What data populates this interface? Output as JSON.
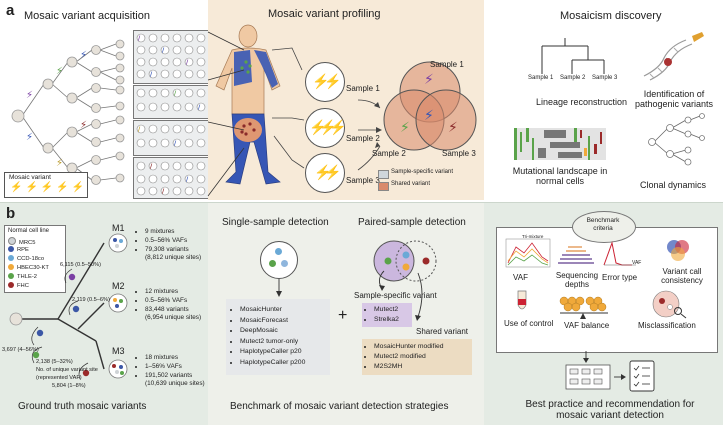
{
  "panel_a": {
    "letter": "a",
    "acquisition_title": "Mosaic variant acquisition",
    "profiling_title": "Mosaic variant profiling",
    "discovery_title": "Mosaicism discovery",
    "legend_title": "Mosaic variant",
    "samples": [
      "Sample 1",
      "Sample 2",
      "Sample 3"
    ],
    "venn_labels": [
      "Sample 1",
      "Sample 2",
      "Sample 3"
    ],
    "key": [
      "Sample-specific variant",
      "Shared variant"
    ],
    "lineage_title": "Lineage reconstruction",
    "lineage_leaves": [
      "Sample 1",
      "Sample 2",
      "Sample 3"
    ],
    "pathogenic_title": "Identification of pathogenic variants",
    "landscape_title": "Mutational landscape in normal cells",
    "clonal_title": "Clonal dynamics"
  },
  "panel_b": {
    "letter": "b",
    "legend_title": "Normal cell line",
    "cell_lines": [
      {
        "name": "MRC5",
        "color": "#cfd3d6"
      },
      {
        "name": "RPE",
        "color": "#3b57a6"
      },
      {
        "name": "CCD-18co",
        "color": "#6aa9d6"
      },
      {
        "name": "HBEC30-KT",
        "color": "#f0a93a"
      },
      {
        "name": "THLE-2",
        "color": "#5aa34a"
      },
      {
        "name": "FHC",
        "color": "#9b2a2a"
      }
    ],
    "tree_numbers": [
      "6,115 (0.5–50%)",
      "2,119 (0.5–6%)",
      "3,697 (4–56%)",
      "2,138 (5–32%)",
      "5,804 (1–8%)"
    ],
    "tree_note_1": "No. of unique variant site",
    "tree_note_2": "(represented VAF)",
    "mixtures": [
      {
        "label": "M1",
        "lines": [
          "9 mixtures",
          "0.5–56% VAFs",
          "79,308 variants",
          "(8,812 unique sites)"
        ]
      },
      {
        "label": "M2",
        "lines": [
          "12 mixtures",
          "0.5–56% VAFs",
          "83,448 variants",
          "(6,954 unique sites)"
        ]
      },
      {
        "label": "M3",
        "lines": [
          "18 mixtures",
          "1–56% VAFs",
          "191,502 variants",
          "(10,639 unique sites)"
        ]
      }
    ],
    "ground_truth_title": "Ground truth mosaic variants",
    "single_title": "Single-sample detection",
    "single_tools": [
      "MosaicHunter",
      "MosaicForecast",
      "DeepMosaic",
      "Mutect2 tumor-only",
      "HaplotypeCaller p20",
      "HaplotypeCaller p200"
    ],
    "plus": "+",
    "paired_title": "Paired-sample detection",
    "sample_specific_label": "Sample-specific variant",
    "sample_specific_tools": [
      "Mutect2",
      "Strelka2"
    ],
    "shared_label": "Shared variant",
    "shared_tools": [
      "MosaicHunter modified",
      "Mutect2 modified",
      "M2S2MH"
    ],
    "benchmark_title": "Benchmark of mosaic variant detection strategies",
    "criteria_title": "Benchmark criteria",
    "criteria": [
      "VAF",
      "Sequencing depths",
      "Error type",
      "Variant call consistency",
      "Use of control",
      "VAF balance",
      "Misclassification"
    ],
    "vaf_axis": "VAF",
    "vaf_mini": "Tri-mixture",
    "best_practice_title": "Best practice and recommendation for mosaic variant detection"
  },
  "colors": {
    "profiling_bg": "#f7ead8",
    "panel_b_bg": "#e4ebe4",
    "benchmark_bg": "#eef0ea",
    "blue_bolt": "#3656b5",
    "purple_bolt": "#7a3fa3",
    "green_bolt": "#5aa34a",
    "olive_bolt": "#b99a2a",
    "red_bolt": "#8a2a2a",
    "venn_shared": "#d98a6c",
    "venn_specific": "#cfd6dc",
    "tool_box": "#e6e8ea",
    "specific_box": "#d8c8e6",
    "shared_box": "#ecdcc2"
  }
}
